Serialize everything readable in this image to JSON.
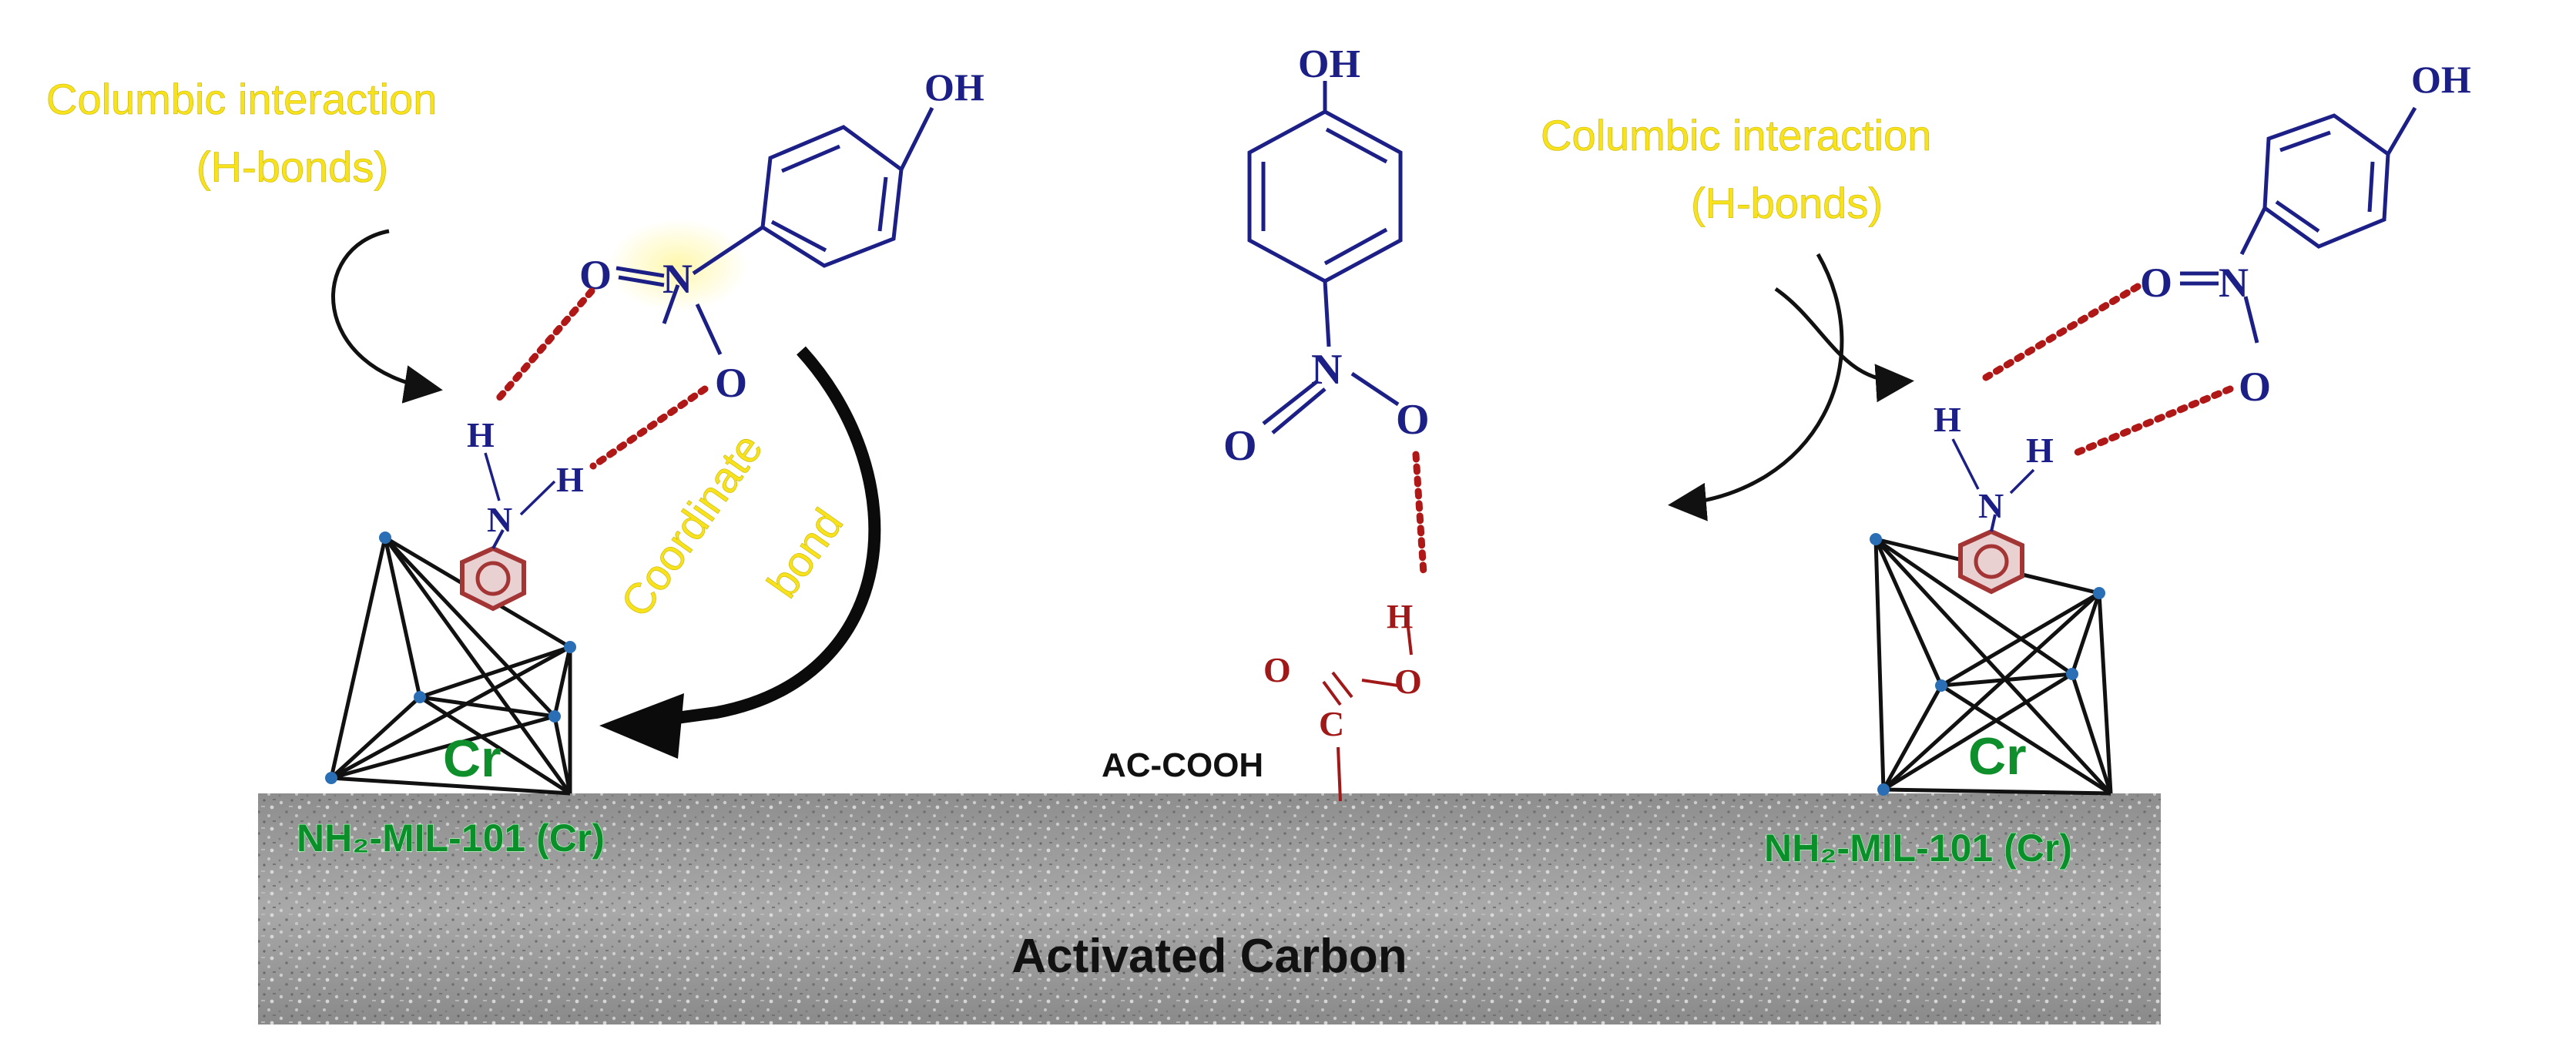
{
  "labels": {
    "columbic_left_1": "Columbic interaction",
    "columbic_left_2": "(H-bonds)",
    "columbic_right_1": "Columbic interaction",
    "columbic_right_2": "(H-bonds)",
    "coordinate_1": "Coordinate",
    "coordinate_2": "bond",
    "ac_cooh": "AC-COOH",
    "mof_left": "NH₂-MIL-101 (Cr)",
    "mof_right": "NH₂-MIL-101 (Cr)",
    "cr_left": "Cr",
    "cr_right": "Cr",
    "activated_carbon": "Activated Carbon"
  },
  "atoms": {
    "oh": "OH",
    "n": "N",
    "o": "O",
    "h": "H",
    "c": "C"
  },
  "colors": {
    "molecule_blue": "#1c1f86",
    "acid_red": "#a11818",
    "hbond_red": "#b01818",
    "annotation_yellow": "#f7e21b",
    "mof_green": "#0a8f2a",
    "carbon_gray": "#9b9b9b"
  }
}
